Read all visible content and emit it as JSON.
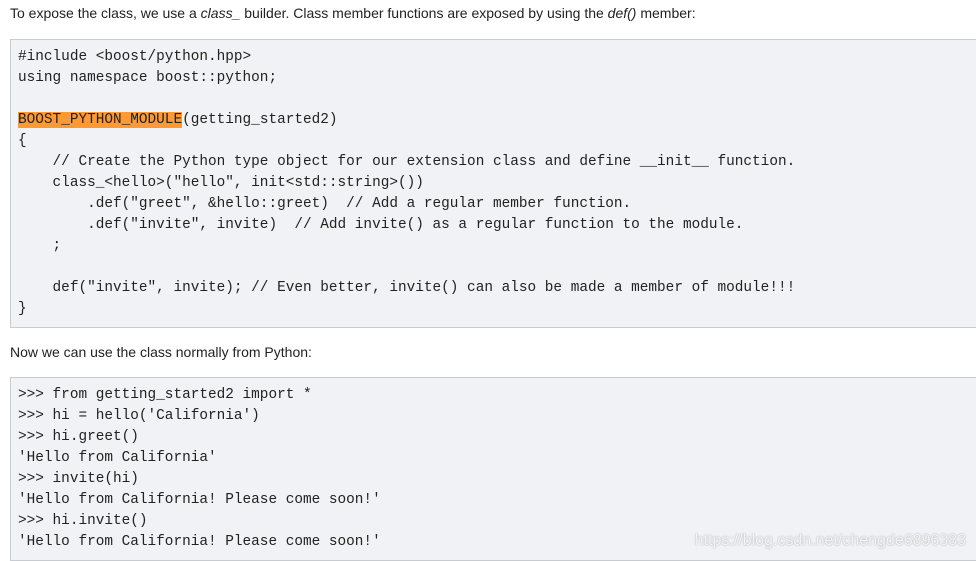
{
  "para1": {
    "text_a": "To expose the class, we use a ",
    "em_a": "class_",
    "text_b": " builder. Class member functions are exposed by using the ",
    "em_b": "def()",
    "text_c": " member:"
  },
  "code1": {
    "lines": [
      "#include <boost/python.hpp>",
      "using namespace boost::python;",
      "",
      "BOOST_PYTHON_MODULE",
      "{",
      "    // Create the Python type object for our extension class and define __init__ function.",
      "    class_<hello>(\"hello\", init<std::string>())",
      "        .def(\"greet\", &hello::greet)  // Add a regular member function.",
      "        .def(\"invite\", invite)  // Add invite() as a regular function to the module.",
      "    ;",
      "",
      "    def(\"invite\", invite); // Even better, invite() can also be made a member of module!!!",
      "}"
    ],
    "module_suffix": "(getting_started2)"
  },
  "para2": {
    "text": "Now we can use the class normally from Python:"
  },
  "code2": {
    "lines": [
      ">>> from getting_started2 import *",
      ">>> hi = hello('California')",
      ">>> hi.greet()",
      "'Hello from California'",
      ">>> invite(hi)",
      "'Hello from California! Please come soon!'",
      ">>> hi.invite()",
      "'Hello from California! Please come soon!'"
    ]
  },
  "watermark": {
    "text": "https://blog.csdn.net/chengde6896383"
  },
  "colors": {
    "code_background": "#f0f2f5",
    "code_border": "#c8ccd1",
    "highlight": "#ff9933"
  }
}
